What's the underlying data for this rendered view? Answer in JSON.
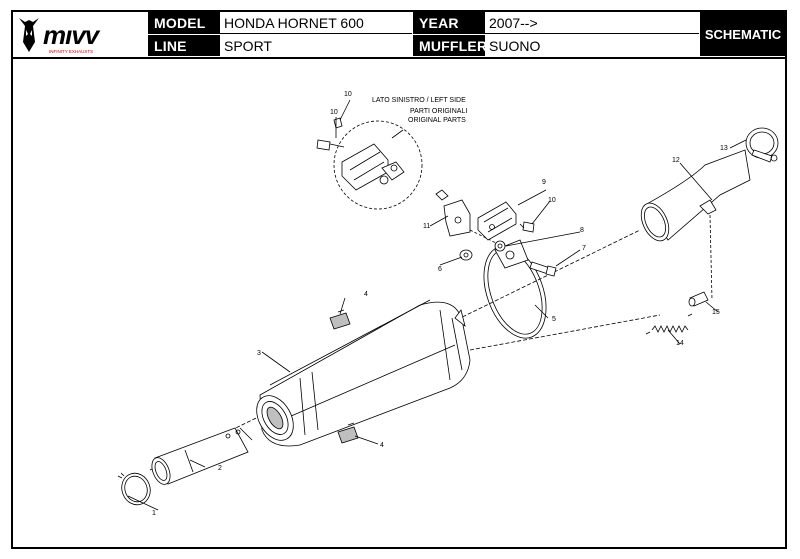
{
  "header": {
    "model_label": "MODEL",
    "model_value": "HONDA HORNET 600",
    "line_label": "LINE",
    "line_value": "SPORT",
    "year_label": "YEAR",
    "year_value": "2007-->",
    "muffler_label": "MUFFLER",
    "muffler_value": "SUONO",
    "schematic_label": "SCHEMATIC"
  },
  "logo": {
    "brand": "MIVV",
    "tagline": "INFINITY EXHAUSTS"
  },
  "callouts": {
    "left_side_line1": "LATO SINISTRO / LEFT SIDE",
    "original_line1": "PARTI ORIGINALI",
    "original_line2": "ORIGINAL PARTS"
  },
  "parts": [
    "1",
    "2",
    "3",
    "4",
    "4",
    "5",
    "6",
    "7",
    "8",
    "9",
    "10",
    "10",
    "10",
    "11",
    "12",
    "13",
    "14",
    "15"
  ],
  "colors": {
    "ink": "#000000",
    "paper": "#ffffff",
    "shade": "#bfbfbf"
  }
}
